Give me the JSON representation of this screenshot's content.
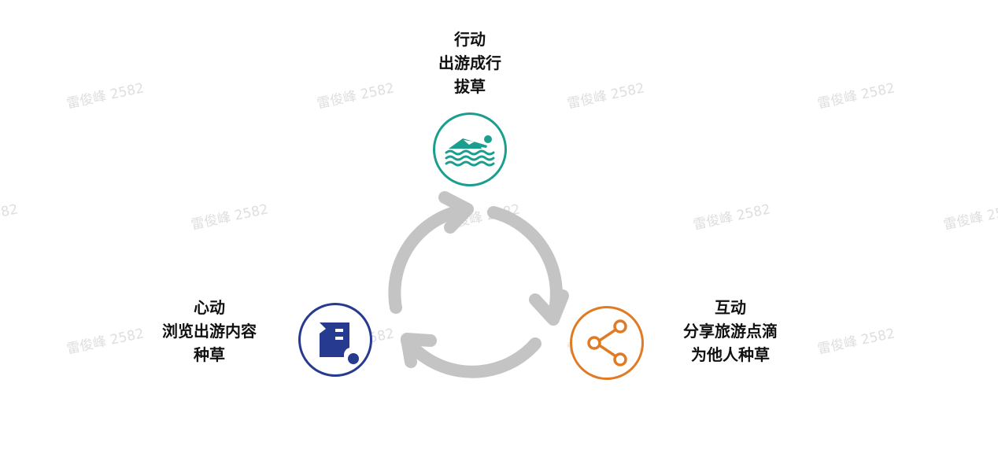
{
  "colors": {
    "arrow": "#c4c4c4",
    "teal": "#1b9e8e",
    "orange": "#e07b24",
    "navy": "#263a8f",
    "text": "#111111",
    "watermark": "#dedede"
  },
  "watermark_text": "雷俊峰 2582",
  "nodes": {
    "top": {
      "icon": "swimmer-icon",
      "lines": [
        "行动",
        "出游成行",
        "拔草"
      ]
    },
    "right": {
      "icon": "share-icon",
      "lines": [
        "互动",
        "分享旅游点滴",
        "为他人种草"
      ]
    },
    "left": {
      "icon": "document-icon",
      "lines": [
        "心动",
        "浏览出游内容",
        "种草"
      ]
    }
  }
}
